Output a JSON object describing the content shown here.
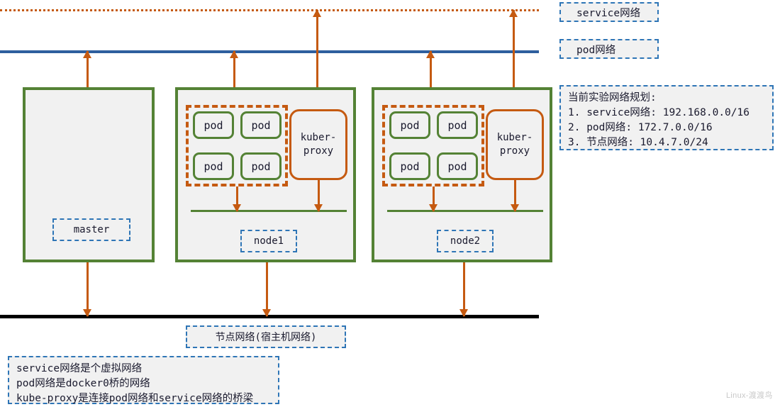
{
  "diagram": {
    "title": "kubernetes network topology",
    "colors": {
      "service_network": "#c55a11",
      "pod_network": "#2e5f9e",
      "node_border": "#548235",
      "proxy": "#c55a11",
      "label_blue": "#2e75b6",
      "host_network": "#000000",
      "box_fill": "#f1f1f1"
    }
  },
  "legend": {
    "service_chip": "service网络",
    "pod_chip": "pod网络"
  },
  "plan_note": {
    "heading": "当前实验网络规划:",
    "lines": [
      "1. service网络: 192.168.0.0/16",
      "2. pod网络: 172.7.0.0/16",
      "3. 节点网络: 10.4.7.0/24"
    ],
    "text": "当前实验网络规划:\n1. service网络: 192.168.0.0/16\n2. pod网络: 172.7.0.0/16\n3. 节点网络: 10.4.7.0/24"
  },
  "nodes": [
    {
      "label": "master",
      "pods": [],
      "proxy": null
    },
    {
      "label": "node1",
      "pods": [
        "pod",
        "pod",
        "pod",
        "pod"
      ],
      "proxy": {
        "line1": "kuber-",
        "line2": "proxy"
      }
    },
    {
      "label": "node2",
      "pods": [
        "pod",
        "pod",
        "pod",
        "pod"
      ],
      "proxy": {
        "line1": "kuber-",
        "line2": "proxy"
      }
    }
  ],
  "host_network_label": "节点网络(宿主机网络)",
  "bottom_note": {
    "lines": [
      "service网络是个虚拟网络",
      "pod网络是docker0桥的网络",
      "kube-proxy是连接pod网络和service网络的桥梁"
    ],
    "text": "service网络是个虚拟网络\npod网络是docker0桥的网络\nkube-proxy是连接pod网络和service网络的桥梁"
  },
  "watermark": "Linux-渡渡鸟"
}
